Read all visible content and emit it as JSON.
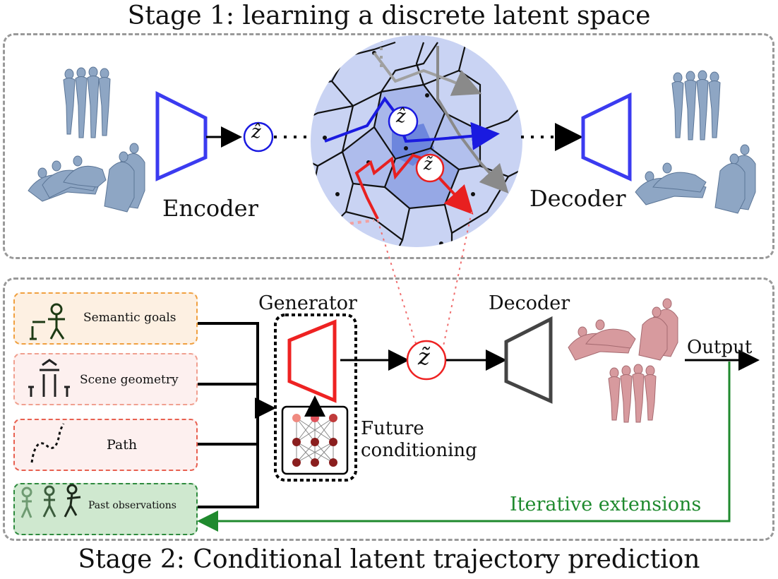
{
  "stage1": {
    "title": "Stage 1: learning a discrete latent space",
    "encoder_label": "Encoder",
    "decoder_label": "Decoder",
    "z_hat_symbol": "ẑ",
    "z_tilde_symbol": "z̃"
  },
  "stage2": {
    "title": "Stage 2: Conditional latent trajectory prediction",
    "generator_label": "Generator",
    "decoder_label": "Decoder",
    "output_label": "Output",
    "future_conditioning_line1": "Future",
    "future_conditioning_line2": "conditioning",
    "iterative_label": "Iterative extensions",
    "z_tilde_symbol": "z̃",
    "conditions": [
      {
        "label": "Semantic goals",
        "border": "#f0a040",
        "fill": "#fdf0e2"
      },
      {
        "label": "Scene geometry",
        "border": "#f0a090",
        "fill": "#fdf0ef"
      },
      {
        "label": "Path",
        "border": "#e86050",
        "fill": "#fdf0ef"
      },
      {
        "label": "Past observations",
        "border": "#2e8b3e",
        "fill": "#cfe8cf"
      }
    ]
  },
  "colors": {
    "encoder": "#3b3bf0",
    "generator": "#ee2222",
    "decoder2": "#444444",
    "iterative": "#1f8a2e",
    "codebook": "#c9d3f3"
  }
}
